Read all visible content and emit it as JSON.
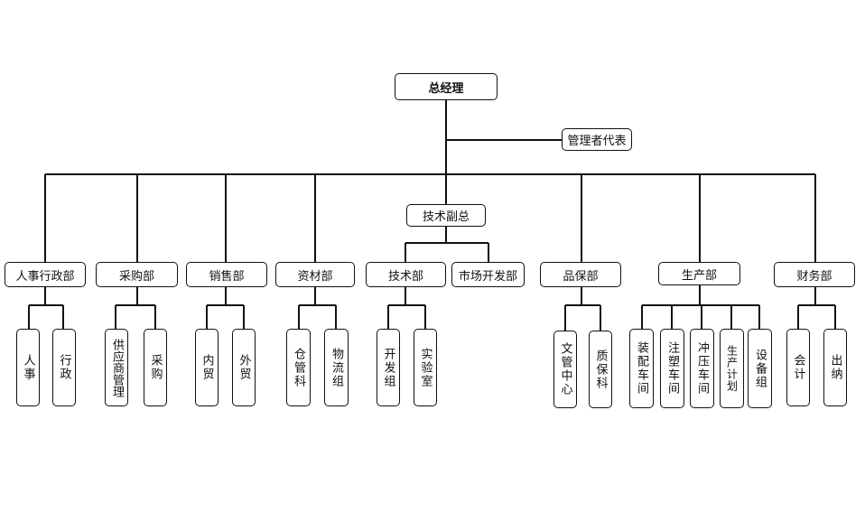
{
  "top": {
    "gm": "总经理",
    "mgmt_rep": "管理者代表",
    "tech_vp": "技术副总"
  },
  "departments": {
    "hr": "人事行政部",
    "purchasing": "采购部",
    "sales": "销售部",
    "materials": "资材部",
    "tech": "技术部",
    "market_dev": "市场开发部",
    "qa": "品保部",
    "production": "生产部",
    "finance": "财务部"
  },
  "units": {
    "hr": [
      "人事",
      "行政"
    ],
    "purchasing": [
      "供应商管理",
      "采购"
    ],
    "sales": [
      "内贸",
      "外贸"
    ],
    "materials": [
      "仓管科",
      "物流组"
    ],
    "tech": [
      "开发组",
      "实验室"
    ],
    "qa": [
      "文管中心",
      "质保科"
    ],
    "production": [
      "装配车间",
      "注塑车间",
      "冲压车间",
      "生产计划",
      "设备组"
    ],
    "finance": [
      "会计",
      "出纳"
    ]
  }
}
